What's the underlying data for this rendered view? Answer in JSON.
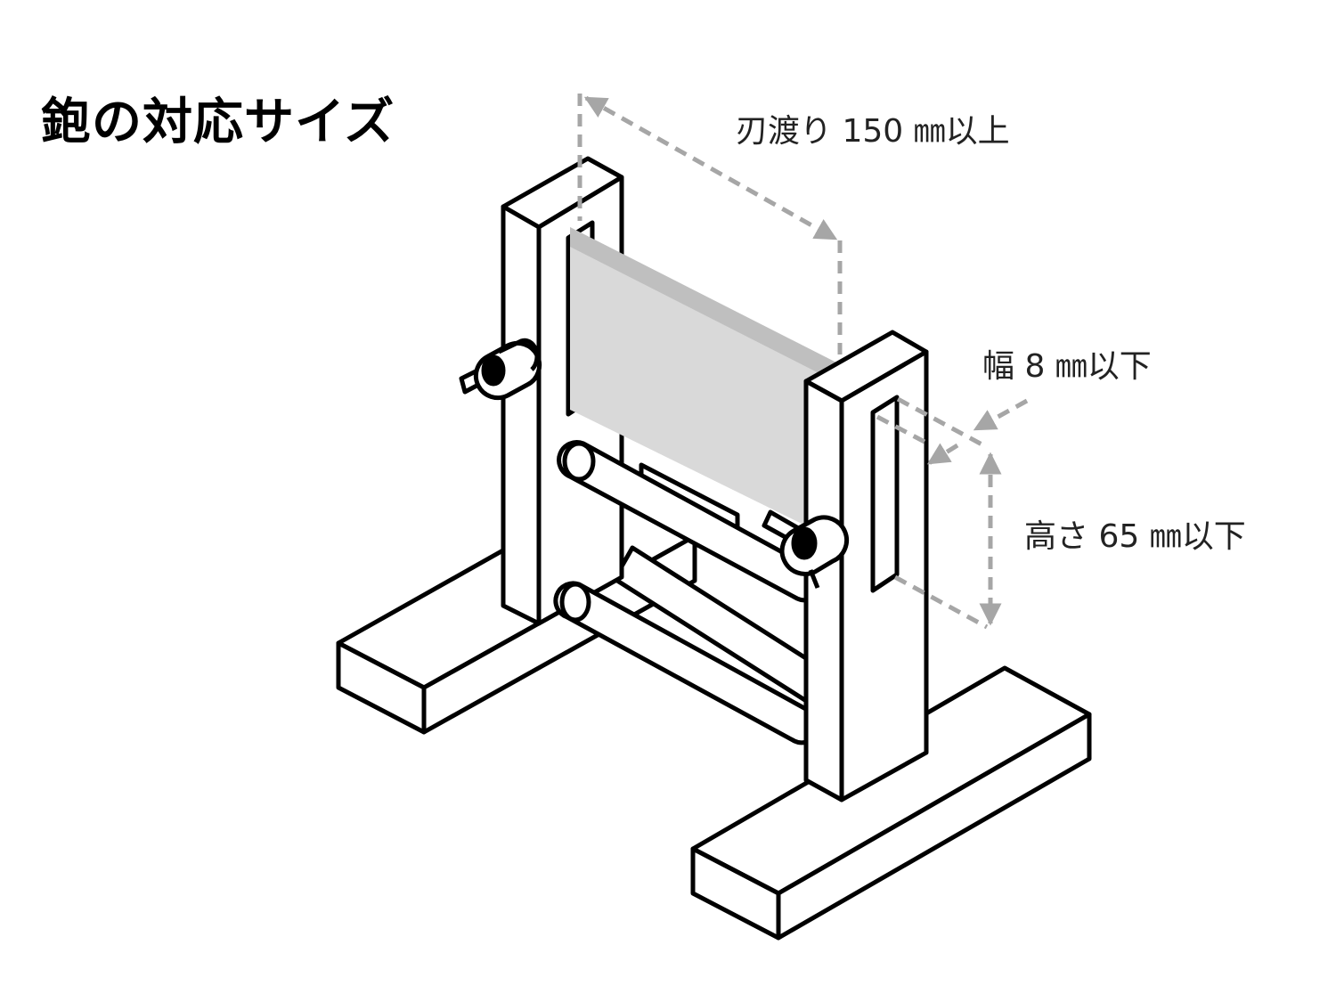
{
  "title": "鉋の対応サイズ",
  "dimensions": {
    "blade": "刃渡り 150 ㎜以上",
    "width": "幅 8 ㎜以下",
    "height": "高さ 65 ㎜以下"
  },
  "colors": {
    "line": "#000000",
    "dimension_line": "#a6a6a6",
    "blade_fill": "#d9d9d9",
    "blade_edge": "#bfbfbf",
    "text": "#222222"
  }
}
